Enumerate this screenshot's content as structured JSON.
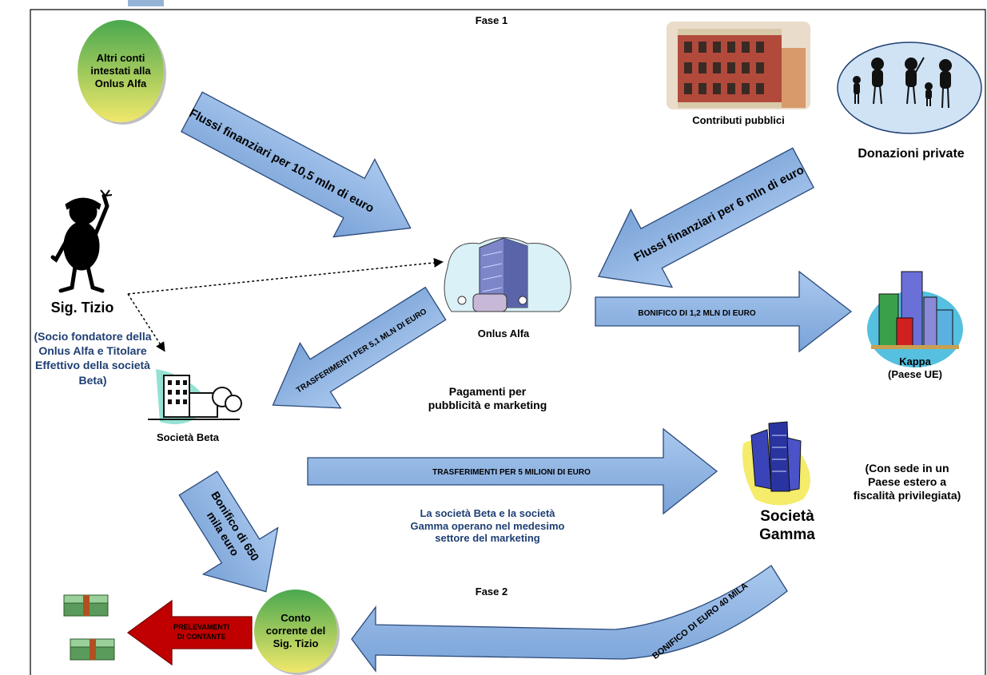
{
  "header": {
    "fase1": "Fase 1",
    "fase2": "Fase 2"
  },
  "nodes": {
    "altri_conti": "Altri conti intestati alla Onlus Alfa",
    "contributi_pubblici": "Contributi pubblici",
    "donazioni_private": "Donazioni private",
    "sig_tizio": "Sig. Tizio",
    "sig_tizio_note": "(Socio fondatore della Onlus Alfa e Titolare Effettivo della società Beta)",
    "onlus_alfa": "Onlus Alfa",
    "kappa": "Kappa\n(Paese UE)",
    "societa_beta": "Società Beta",
    "pagamenti": "Pagamenti per\npubblicità e marketing",
    "societa_gamma": "Società\nGamma",
    "gamma_note": "(Con sede in un\nPaese estero a\nfiscalità privilegiata)",
    "beta_gamma_note": "La società Beta e la società\nGamma operano nel medesimo\nsettore del marketing",
    "conto_corrente": "Conto corrente del Sig. Tizio"
  },
  "arrows": {
    "flussi_10_5": "Flussi finanziari per 10,5 mln di euro",
    "flussi_6": "Flussi finanziari per 6 mln di euro",
    "bonifico_1_2": "BONIFICO DI 1,2 MLN DI EURO",
    "trasferimenti_5_1": "TRASFERIMENTI PER 5,1 MLN DI EURO",
    "trasferimenti_5": "TRASFERIMENTI PER 5 MILIONI DI EURO",
    "bonifico_650_l1": "Bonifico di 650",
    "bonifico_650_l2": "mila euro",
    "bonifico_40": "BONIFICO DI EURO 40 MILA",
    "prelevamenti_l1": "PRELEVAMENTI",
    "prelevamenti_l2": "DI CONTANTE"
  },
  "colors": {
    "arrow_blue": "#8fb3e0",
    "arrow_stroke": "#2b4a7a",
    "red_arrow": "#c00000",
    "circle_green_top": "#5fb45f",
    "circle_green_bottom": "#e8e36a",
    "note_blue": "#1f3f73"
  }
}
